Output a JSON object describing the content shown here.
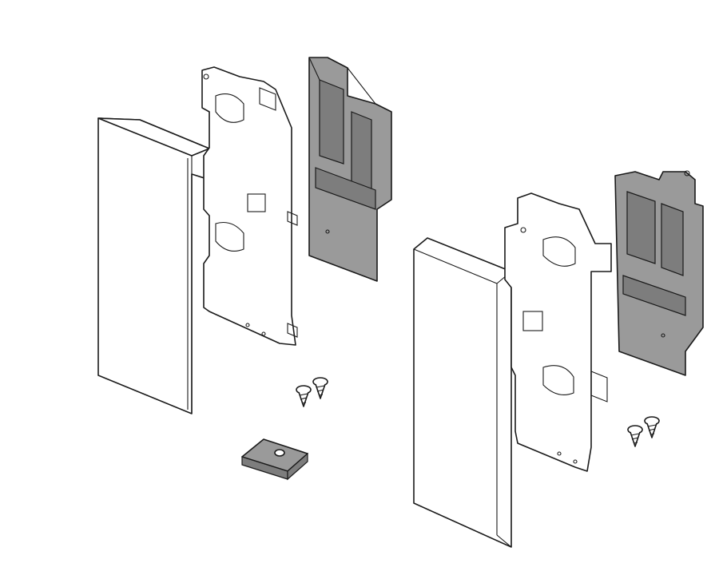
{
  "diagram": {
    "type": "exploded-assembly-illustration",
    "colors": {
      "background": "#ffffff",
      "outline": "#1a1a1a",
      "plastic_insert": "#9a9a9a",
      "plastic_insert_shadow": "#7d7d7d"
    },
    "parts": [
      "front-cap-left",
      "mounting-bracket-left",
      "plastic-insert-left",
      "screws-left",
      "clip",
      "front-cap-right",
      "mounting-bracket-right",
      "plastic-insert-right",
      "screws-right"
    ]
  }
}
